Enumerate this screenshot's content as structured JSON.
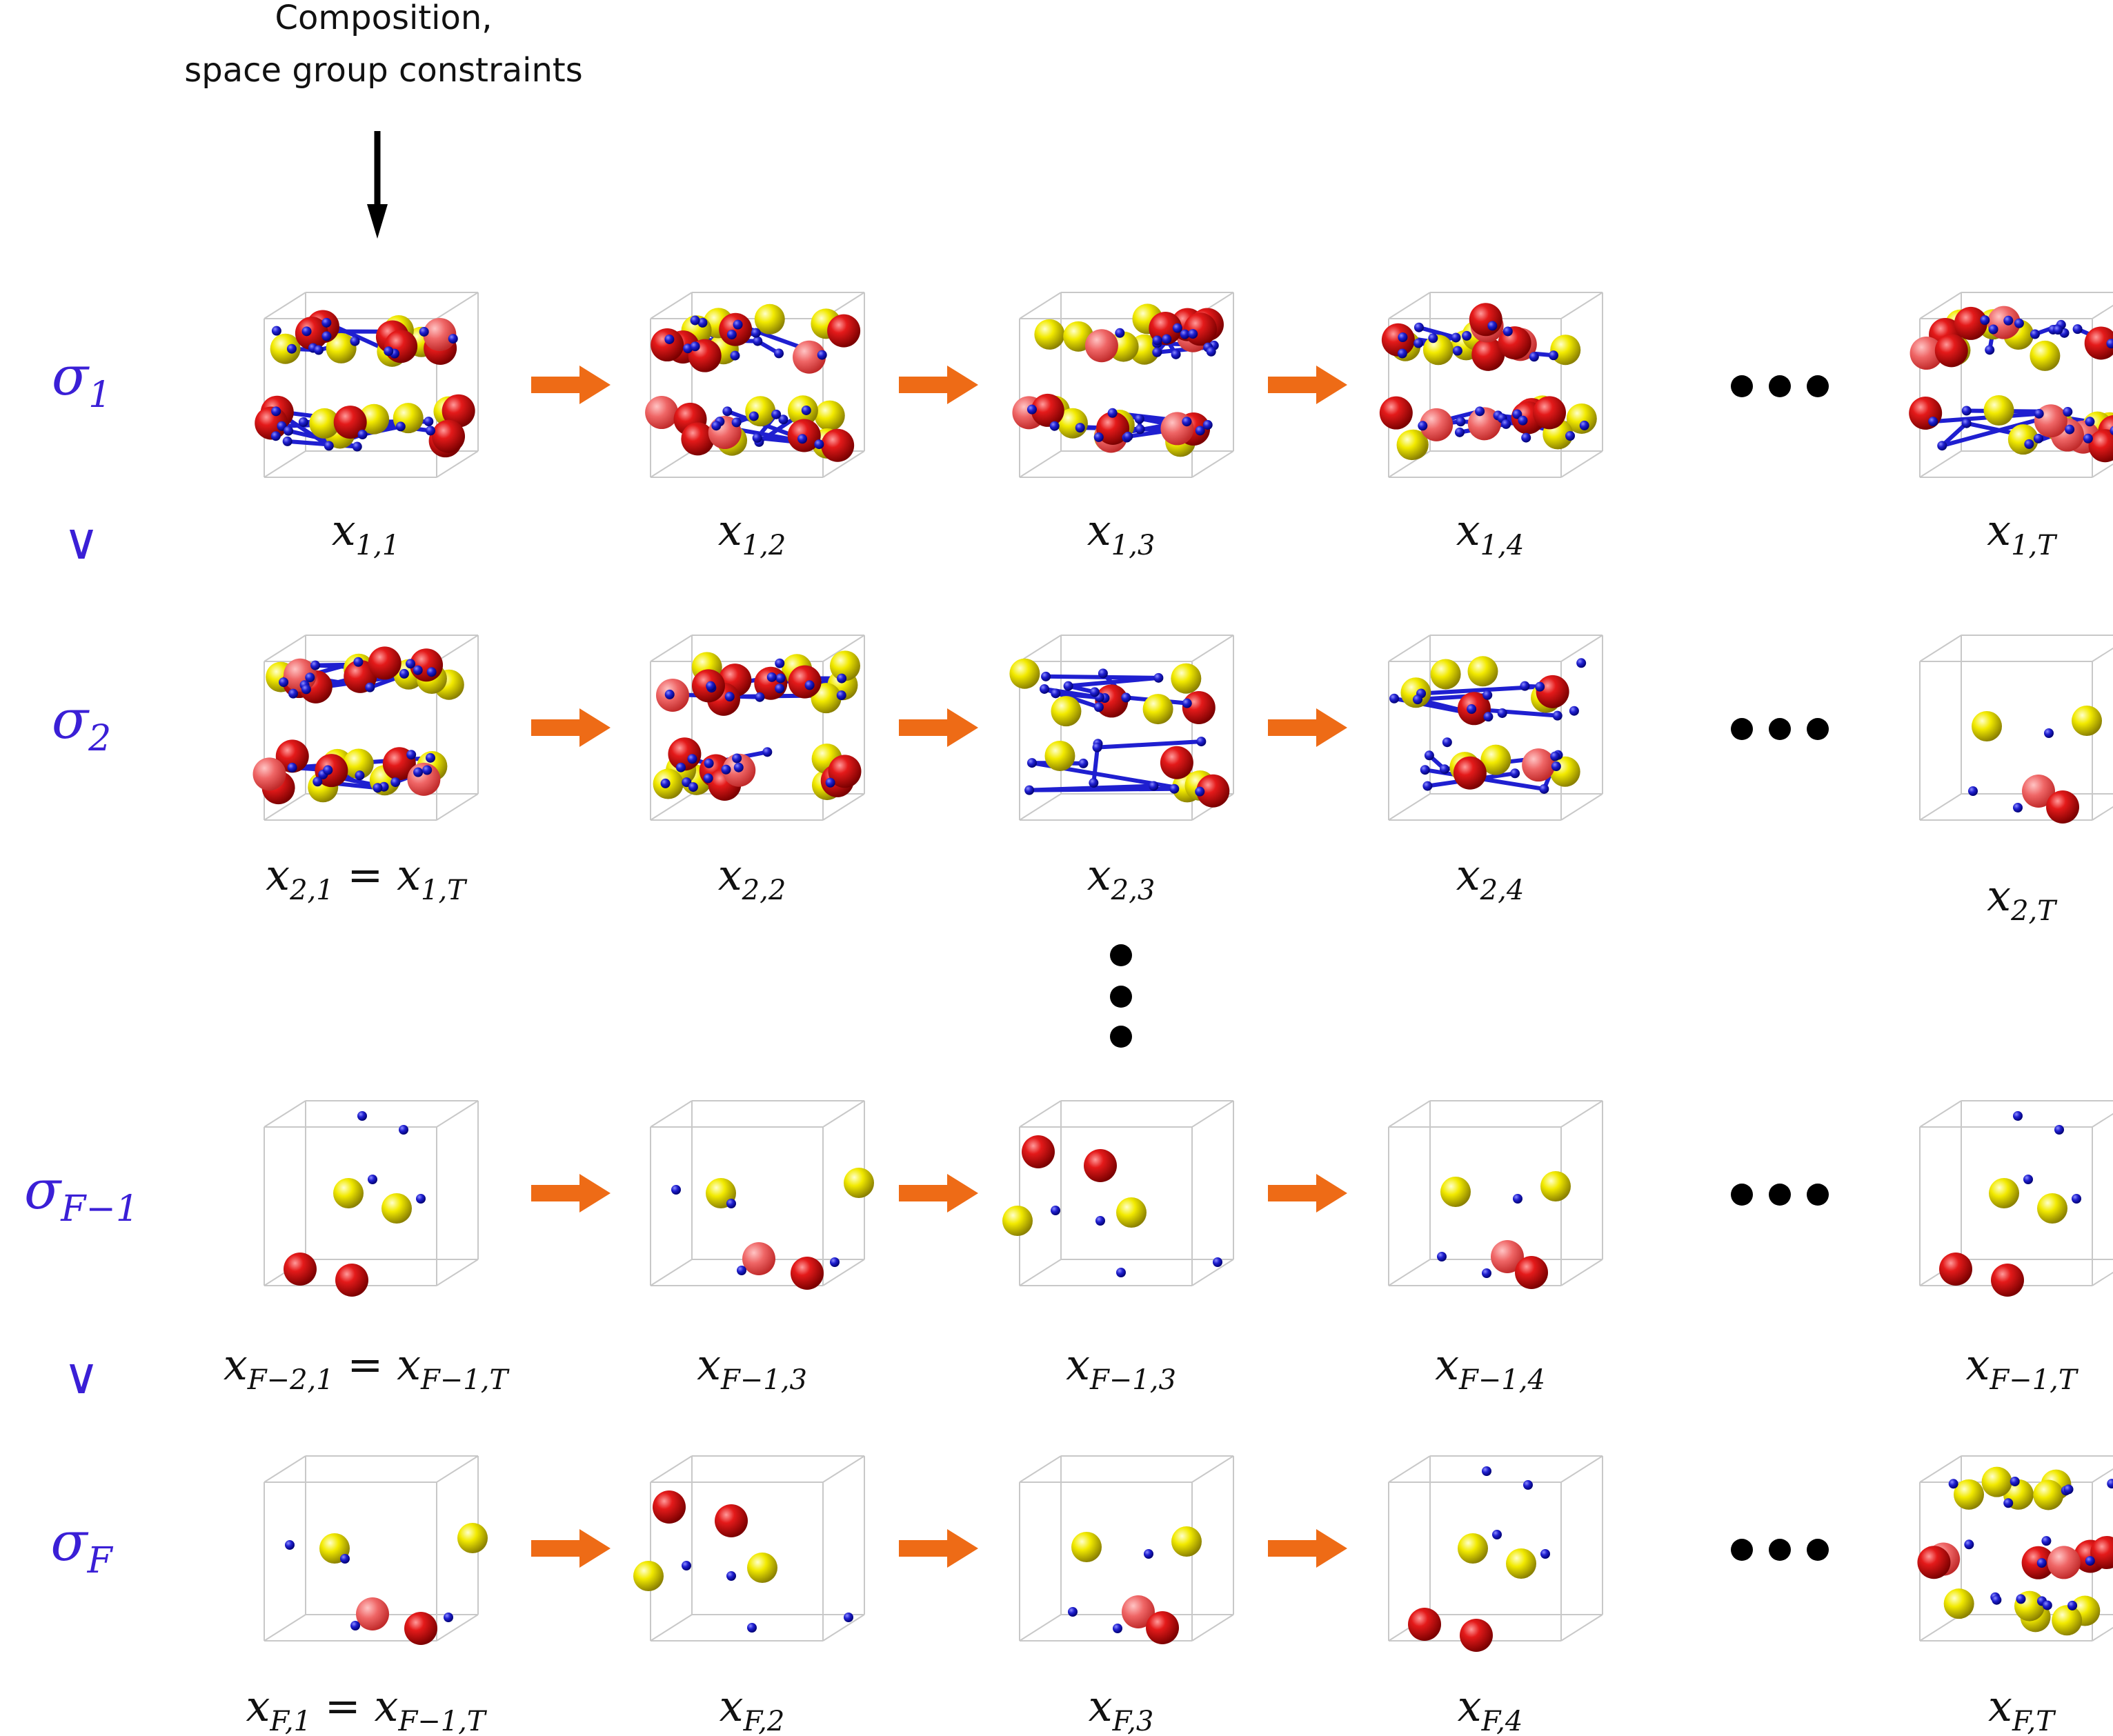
{
  "header": {
    "line1": "Composition,",
    "line2": "space group constraints"
  },
  "colors": {
    "arrow": "#ee6b16",
    "sigma": "#3a1fd6",
    "atom_red": "#d90f0f",
    "atom_yellow": "#f0e800",
    "atom_blue": "#1f1fd0",
    "box_edge": "#c8c8c8"
  },
  "rows": [
    {
      "sigma": {
        "base": "σ",
        "sub": "1"
      },
      "labels": [
        {
          "base": "x",
          "sub": "1,1",
          "rest": ""
        },
        {
          "base": "x",
          "sub": "1,2",
          "rest": ""
        },
        {
          "base": "x",
          "sub": "1,3",
          "rest": ""
        },
        {
          "base": "x",
          "sub": "1,4",
          "rest": ""
        },
        {
          "base": "x",
          "sub": "1,T",
          "rest": ""
        }
      ]
    },
    {
      "sigma": {
        "base": "σ",
        "sub": "2"
      },
      "labels": [
        {
          "base": "x",
          "sub": "2,1",
          "rest": " = ",
          "base2": "x",
          "sub2": "1,T"
        },
        {
          "base": "x",
          "sub": "2,2",
          "rest": ""
        },
        {
          "base": "x",
          "sub": "2,3",
          "rest": ""
        },
        {
          "base": "x",
          "sub": "2,4",
          "rest": ""
        },
        {
          "base": "x",
          "sub": "2,T",
          "rest": ""
        }
      ]
    },
    {
      "sigma": {
        "base": "σ",
        "sub": "F−1"
      },
      "labels": [
        {
          "base": "x",
          "sub": "F−2,1",
          "rest": " = ",
          "base2": "x",
          "sub2": "F−1,T"
        },
        {
          "base": "x",
          "sub": "F−1,3",
          "rest": ""
        },
        {
          "base": "x",
          "sub": "F−1,3",
          "rest": ""
        },
        {
          "base": "x",
          "sub": "F−1,4",
          "rest": ""
        },
        {
          "base": "x",
          "sub": "F−1,T",
          "rest": ""
        }
      ]
    },
    {
      "sigma": {
        "base": "σ",
        "sub": "F"
      },
      "labels": [
        {
          "base": "x",
          "sub": "F,1",
          "rest": " = ",
          "base2": "x",
          "sub2": "F−1,T"
        },
        {
          "base": "x",
          "sub": "F,2",
          "rest": ""
        },
        {
          "base": "x",
          "sub": "F,3",
          "rest": ""
        },
        {
          "base": "x",
          "sub": "F,4",
          "rest": ""
        },
        {
          "base": "x",
          "sub": "F,T",
          "rest": ""
        }
      ]
    }
  ],
  "relations": [
    "∨",
    "∨"
  ],
  "crystals": [
    {
      "box": "dense-slab",
      "pattern": 0
    },
    {
      "box": "dense-slab",
      "pattern": 1
    },
    {
      "box": "dense-slab",
      "pattern": 2
    },
    {
      "box": "dense-slab",
      "pattern": 3
    },
    {
      "box": "dense-slab",
      "pattern": 4
    },
    {
      "box": "dense-slab",
      "pattern": 5
    },
    {
      "box": "dense-slab",
      "pattern": 6
    },
    {
      "box": "medium",
      "pattern": 7
    },
    {
      "box": "sparse",
      "pattern": 8
    },
    {
      "box": "sparse",
      "pattern": 9
    }
  ]
}
